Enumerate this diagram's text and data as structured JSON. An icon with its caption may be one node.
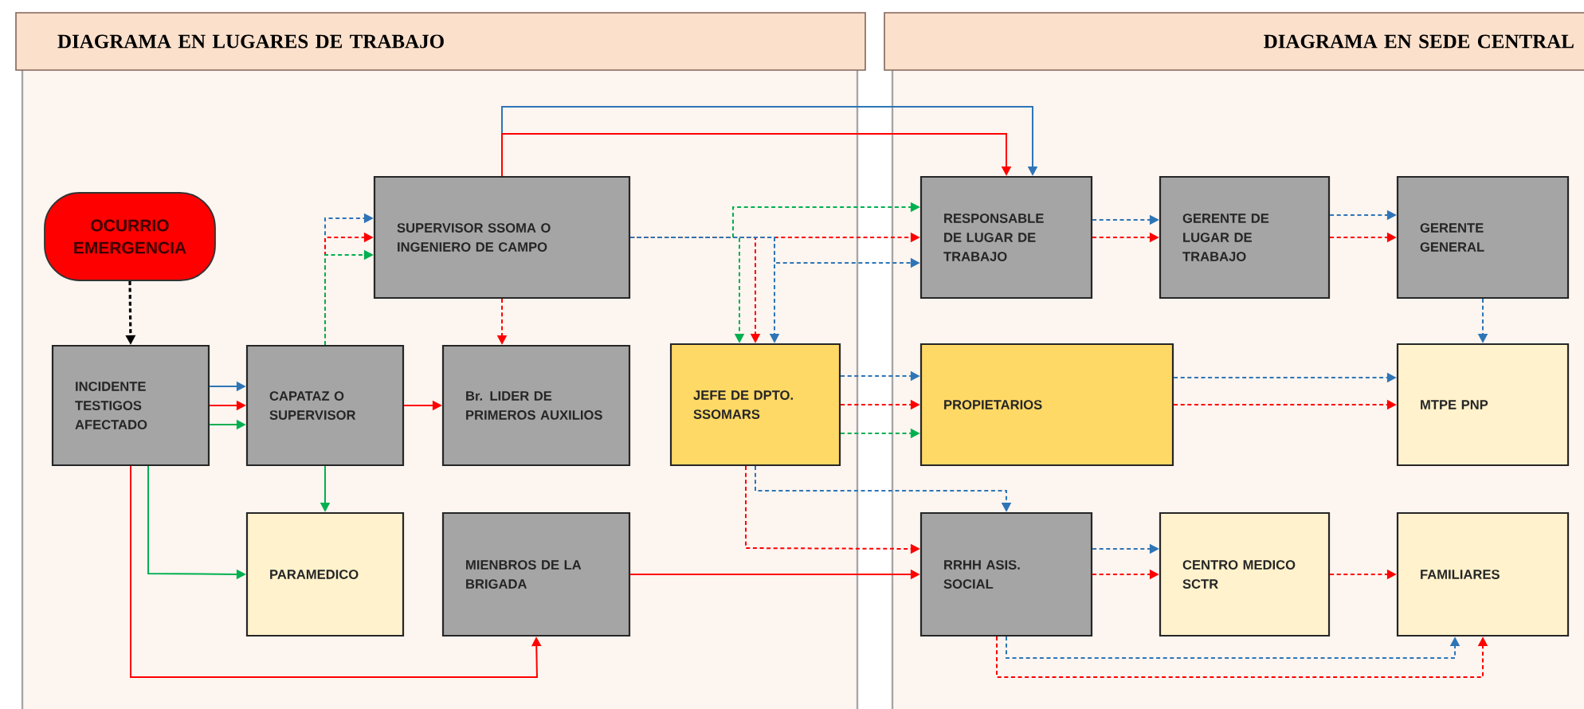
{
  "diagram": {
    "nodes": [
      {
        "text": [
          "DIAGRAMA EN LUGARES DE TRABAJO"
        ]
      },
      {
        "text": [
          "DIAGRAMA EN SEDE CENTRAL"
        ]
      },
      {
        "text": [
          "OCURRIO EMERGENCIA"
        ]
      },
      {
        "text": [
          "INCIDENTE TESTIGOS AFECTADO"
        ]
      },
      {
        "text": [
          "CAPATAZ O SUPERVISOR"
        ]
      },
      {
        "text": [
          "SUPERVISOR SSOMA O INGENIERO DE CAMPO"
        ]
      },
      {
        "text": [
          "Br. LIDER DE PRIMEROS AUXILIOS"
        ]
      },
      {
        "text": [
          "PARAMEDICO"
        ]
      },
      {
        "text": [
          "MIENBROS DE LA BRIGADA"
        ]
      },
      {
        "text": [
          "JEFE DE DPTO. SSOMARS"
        ]
      },
      {
        "text": [
          "RESPONSABLE DE LUGAR DE TRABAJO"
        ]
      },
      {
        "text": [
          "PROPIETARIOS"
        ]
      },
      {
        "text": [
          "RRHH ASIS. SOCIAL"
        ]
      },
      {
        "text": [
          "GERENTE DE LUGAR DE TRABAJO"
        ]
      },
      {
        "text": [
          "GERENTE GENERAL"
        ]
      },
      {
        "text": [
          "MTPE PNP"
        ]
      },
      {
        "text": [
          "CENTRO MEDICO SCTR"
        ]
      },
      {
        "text": [
          "FAMILIARES"
        ]
      }
    ],
    "edges": [
      {
        "from": 2,
        "to": 3,
        "arrow": "to",
        "style": "dashed",
        "color": "#000000"
      },
      {
        "from": 3,
        "to": 4,
        "arrow": "to",
        "color": "#2e75b6"
      },
      {
        "from": 3,
        "to": 4,
        "arrow": "to",
        "color": "#ff0000"
      },
      {
        "from": 3,
        "to": 4,
        "arrow": "to",
        "color": "#00b050"
      },
      {
        "from": 3,
        "to": 7,
        "arrow": "to",
        "color": "#00b050"
      },
      {
        "from": 3,
        "to": 8,
        "arrow": "to",
        "color": "#ff0000"
      },
      {
        "from": 4,
        "to": 5,
        "arrow": "to",
        "style": "dashed",
        "color": "#2e75b6"
      },
      {
        "from": 4,
        "to": 5,
        "arrow": "to",
        "style": "dashed",
        "color": "#ff0000"
      },
      {
        "from": 4,
        "to": 5,
        "arrow": "to",
        "style": "dashed",
        "color": "#00b050"
      },
      {
        "from": 4,
        "to": 6,
        "arrow": "to",
        "color": "#ff0000"
      },
      {
        "from": 4,
        "to": 7,
        "arrow": "to",
        "color": "#00b050"
      },
      {
        "from": 5,
        "to": 6,
        "arrow": "to",
        "style": "dashed",
        "color": "#ff0000"
      },
      {
        "from": 5,
        "to": 10,
        "arrow": "to",
        "color": "#2e75b6"
      },
      {
        "from": 5,
        "to": 10,
        "arrow": "to",
        "color": "#ff0000"
      },
      {
        "from": 5,
        "to": 10,
        "arrow": "to",
        "style": "dashed",
        "color": "#00b050"
      },
      {
        "from": 5,
        "to": 10,
        "arrow": "to",
        "style": "dashed",
        "color": "#ff0000"
      },
      {
        "from": 5,
        "to": 10,
        "arrow": "to",
        "style": "dashed",
        "color": "#2e75b6"
      },
      {
        "from": 5,
        "to": 9,
        "arrow": "to",
        "style": "dashed",
        "color": "#00b050"
      },
      {
        "from": 5,
        "to": 9,
        "arrow": "to",
        "style": "dashed",
        "color": "#ff0000"
      },
      {
        "from": 5,
        "to": 9,
        "arrow": "to",
        "style": "dashed",
        "color": "#2e75b6"
      },
      {
        "from": 9,
        "to": 11,
        "arrow": "to",
        "style": "dashed",
        "color": "#2e75b6"
      },
      {
        "from": 9,
        "to": 11,
        "arrow": "to",
        "style": "dashed",
        "color": "#ff0000"
      },
      {
        "from": 9,
        "to": 11,
        "arrow": "to",
        "style": "dashed",
        "color": "#00b050"
      },
      {
        "from": 11,
        "to": 15,
        "arrow": "to",
        "style": "dashed",
        "color": "#2e75b6"
      },
      {
        "from": 11,
        "to": 15,
        "arrow": "to",
        "style": "dashed",
        "color": "#ff0000"
      },
      {
        "from": 9,
        "to": 12,
        "arrow": "to",
        "style": "dashed",
        "color": "#2e75b6"
      },
      {
        "from": 9,
        "to": 12,
        "arrow": "to",
        "style": "dashed",
        "color": "#ff0000"
      },
      {
        "from": 8,
        "to": 12,
        "arrow": "to",
        "color": "#ff0000"
      },
      {
        "from": 10,
        "to": 13,
        "arrow": "to",
        "style": "dashed",
        "color": "#2e75b6"
      },
      {
        "from": 10,
        "to": 13,
        "arrow": "to",
        "style": "dashed",
        "color": "#ff0000"
      },
      {
        "from": 13,
        "to": 14,
        "arrow": "to",
        "style": "dashed",
        "color": "#2e75b6"
      },
      {
        "from": 13,
        "to": 14,
        "arrow": "to",
        "style": "dashed",
        "color": "#ff0000"
      },
      {
        "from": 14,
        "to": 15,
        "arrow": "to",
        "style": "dashed",
        "color": "#2e75b6"
      },
      {
        "from": 12,
        "to": 16,
        "arrow": "to",
        "style": "dashed",
        "color": "#2e75b6"
      },
      {
        "from": 12,
        "to": 16,
        "arrow": "to",
        "style": "dashed",
        "color": "#ff0000"
      },
      {
        "from": 16,
        "to": 17,
        "arrow": "to",
        "style": "dashed",
        "color": "#ff0000"
      },
      {
        "from": 12,
        "to": 17,
        "arrow": "to",
        "style": "dashed",
        "color": "#2e75b6"
      },
      {
        "from": 12,
        "to": 17,
        "arrow": "to",
        "style": "dashed",
        "color": "#ff0000"
      }
    ]
  }
}
